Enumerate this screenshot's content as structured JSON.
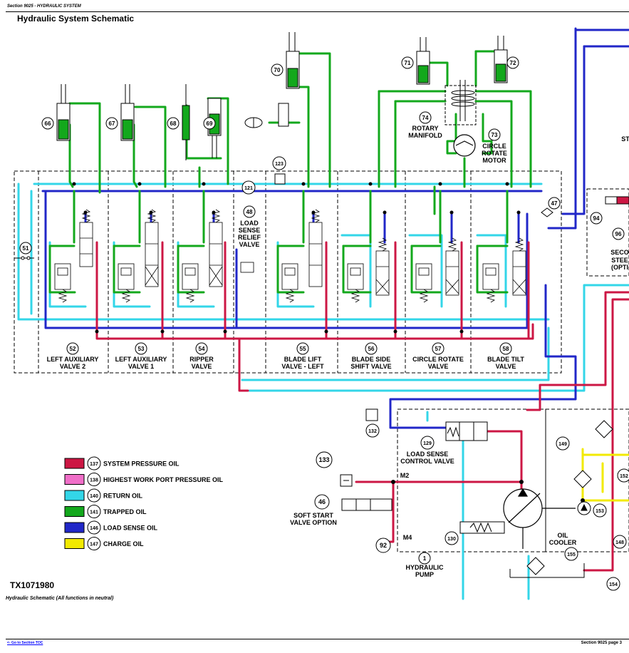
{
  "header": {
    "section_tag": "Section 9025 - HYDRAULIC SYSTEM",
    "title": "Hydraulic System Schematic"
  },
  "colors": {
    "system_pressure": "#cc1744",
    "highest_work_port": "#f06ec8",
    "return": "#33d6e8",
    "trapped": "#13a81c",
    "load_sense": "#2127c8",
    "charge": "#f2ea00"
  },
  "diagram_id": "TX1071980",
  "caption": "Hydraulic Schematic (All functions in neutral)",
  "legend": [
    {
      "num": "137",
      "label": "SYSTEM PRESSURE OIL",
      "color_key": "system_pressure"
    },
    {
      "num": "138",
      "label": "HIGHEST WORK PORT PRESSURE OIL",
      "color_key": "highest_work_port"
    },
    {
      "num": "140",
      "label": "RETURN OIL",
      "color_key": "return"
    },
    {
      "num": "141",
      "label": "TRAPPED OIL",
      "color_key": "trapped"
    },
    {
      "num": "146",
      "label": "LOAD SENSE OIL",
      "color_key": "load_sense"
    },
    {
      "num": "147",
      "label": "CHARGE OIL",
      "color_key": "charge"
    }
  ],
  "valves": [
    {
      "num": "52",
      "line1": "LEFT AUXILIARY",
      "line2": "VALVE 2"
    },
    {
      "num": "53",
      "line1": "LEFT AUXILIARY",
      "line2": "VALVE 1"
    },
    {
      "num": "54",
      "line1": "RIPPER",
      "line2": "VALVE"
    },
    {
      "num": "55",
      "line1": "BLADE LIFT",
      "line2": "VALVE - LEFT"
    },
    {
      "num": "56",
      "line1": "BLADE SIDE",
      "line2": "SHIFT VALVE"
    },
    {
      "num": "57",
      "line1": "CIRCLE ROTATE",
      "line2": "VALVE"
    },
    {
      "num": "58",
      "line1": "BLADE TILT",
      "line2": "VALVE"
    }
  ],
  "callouts": {
    "c66": "66",
    "c67": "67",
    "c68": "68",
    "c69": "69",
    "c70": "70",
    "c71": "71",
    "c72": "72",
    "c73": "73",
    "c74": "74",
    "c123": "123",
    "c121": "121",
    "c48": "48",
    "c51": "51",
    "c47": "47",
    "c94": "94",
    "c96": "96",
    "c132": "132",
    "c129": "129",
    "c133": "133",
    "c46": "46",
    "c92": "92",
    "c130": "130",
    "c1": "1",
    "c149": "149",
    "c152": "152",
    "c153": "153",
    "c148": "148",
    "c155": "155",
    "c154": "154"
  },
  "labels": {
    "rotary_manifold_1": "ROTARY",
    "rotary_manifold_2": "MANIFOLD",
    "circle_rotate_motor_1": "CIRCLE",
    "circle_rotate_motor_2": "ROTATE",
    "circle_rotate_motor_3": "MOTOR",
    "load_sense_relief_1": "LOAD",
    "load_sense_relief_2": "SENSE",
    "load_sense_relief_3": "RELIEF",
    "load_sense_relief_4": "VALVE",
    "lsc_valve_1": "LOAD SENSE",
    "lsc_valve_2": "CONTROL VALVE",
    "soft_start_1": "SOFT START",
    "soft_start_2": "VALVE OPTION",
    "pump_1": "HYDRAULIC",
    "pump_2": "PUMP",
    "oil_cooler_1": "OIL",
    "oil_cooler_2": "COOLER",
    "m2": "M2",
    "m4": "M4",
    "cut_st": "ST",
    "cut_opti": "(OPTI",
    "cut_seco": "SECO",
    "cut_stee": "STEE"
  },
  "footer": {
    "left_link": "<- Go to Section TOC",
    "right": "Section 9025 page 3"
  }
}
